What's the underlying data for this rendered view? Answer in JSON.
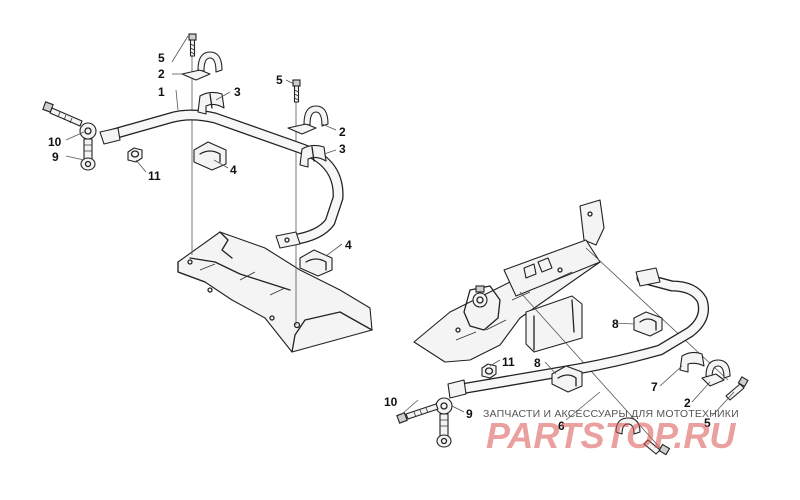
{
  "callouts": {
    "top": [
      {
        "id": "t1",
        "label": "1"
      },
      {
        "id": "t2a",
        "label": "2"
      },
      {
        "id": "t2b",
        "label": "2"
      },
      {
        "id": "t3a",
        "label": "3"
      },
      {
        "id": "t3b",
        "label": "3"
      },
      {
        "id": "t4a",
        "label": "4"
      },
      {
        "id": "t4b",
        "label": "4"
      },
      {
        "id": "t5a",
        "label": "5"
      },
      {
        "id": "t5b",
        "label": "5"
      },
      {
        "id": "t9",
        "label": "9"
      },
      {
        "id": "t10",
        "label": "10"
      },
      {
        "id": "t11",
        "label": "11"
      }
    ],
    "bottom": [
      {
        "id": "b2",
        "label": "2"
      },
      {
        "id": "b5",
        "label": "5"
      },
      {
        "id": "b6",
        "label": "6"
      },
      {
        "id": "b7",
        "label": "7"
      },
      {
        "id": "b8a",
        "label": "8"
      },
      {
        "id": "b8b",
        "label": "8"
      },
      {
        "id": "b9",
        "label": "9"
      },
      {
        "id": "b10",
        "label": "10"
      },
      {
        "id": "b11",
        "label": "11"
      }
    ]
  },
  "watermark": {
    "tagline": "ЗАПЧАСТИ И АКСЕССУАРЫ ДЛЯ МОТОТЕХНИКИ",
    "brand": "PARTSTOP.RU",
    "color": "#d9534f"
  },
  "colors": {
    "line": "#222222",
    "background": "#ffffff"
  }
}
